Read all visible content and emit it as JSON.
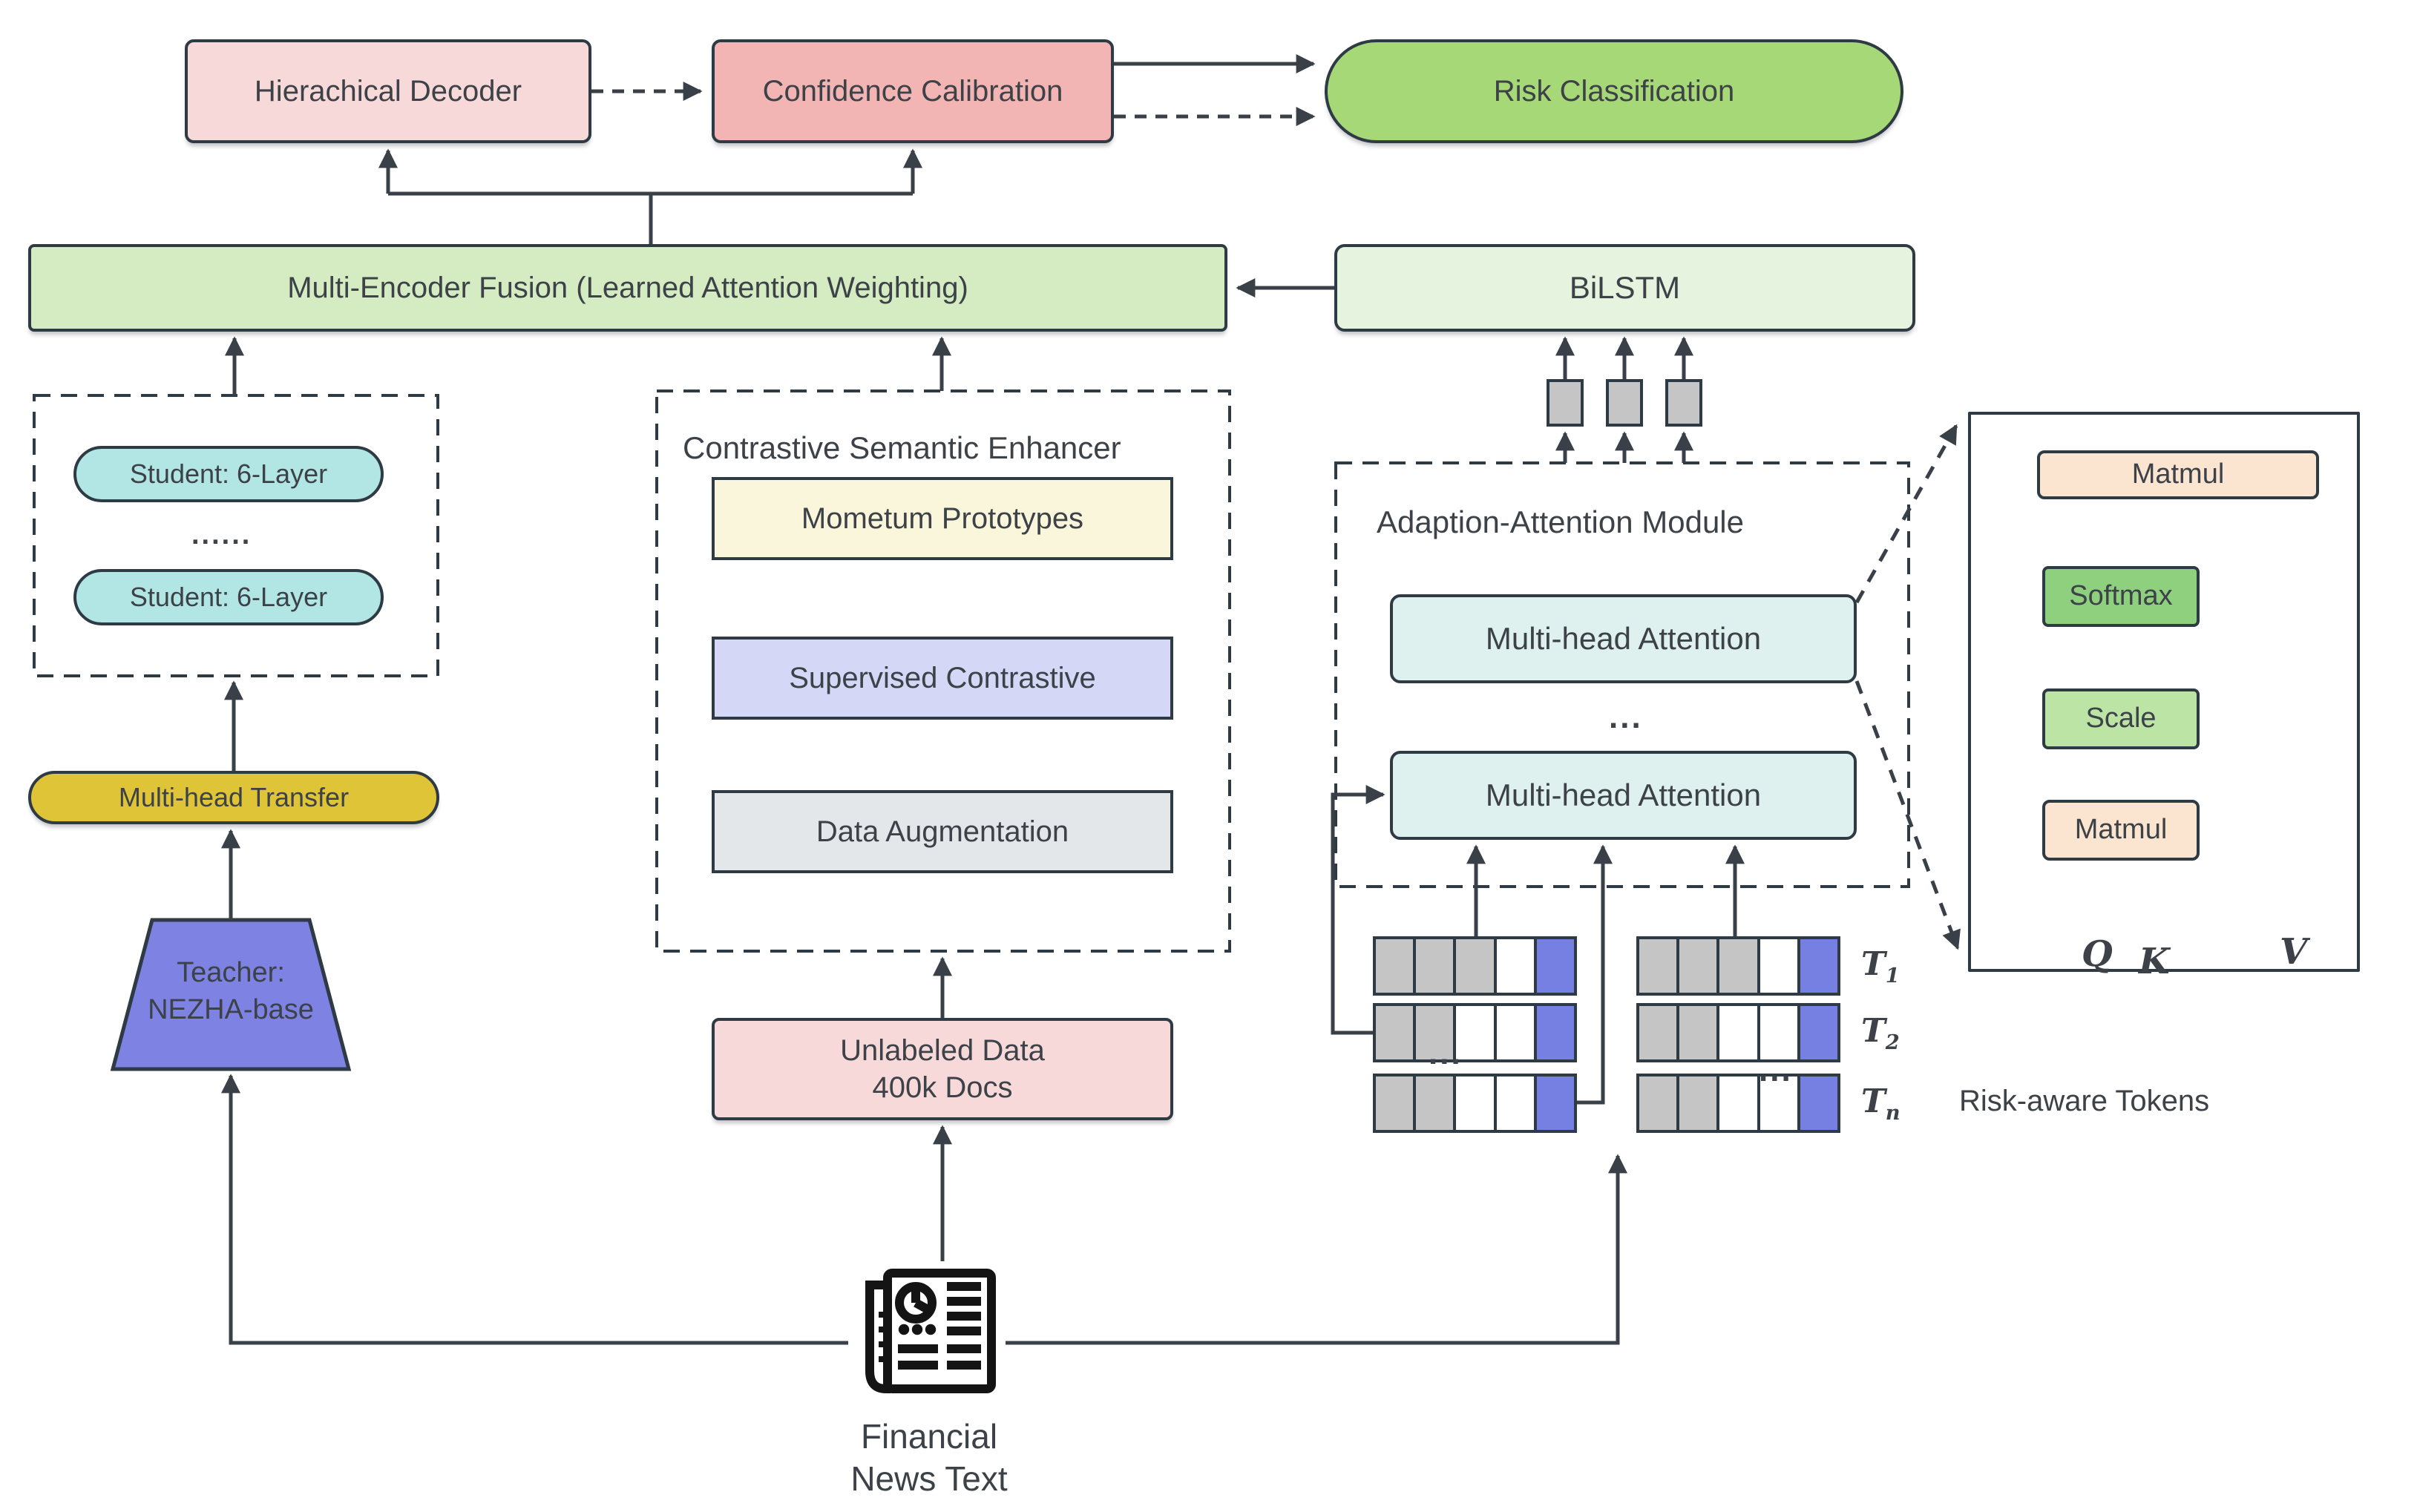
{
  "top_row": {
    "hierarchical_decoder": "Hierachical Decoder",
    "confidence_calibration": "Confidence Calibration",
    "risk_classification": "Risk Classification"
  },
  "fusion": {
    "label": "Multi-Encoder Fusion (Learned Attention Weighting)"
  },
  "bilstm": {
    "label": "BiLSTM"
  },
  "distillation": {
    "student_top": "Student: 6-Layer",
    "student_bottom": "Student: 6-Layer",
    "ellipsis": "......",
    "transfer": "Multi-head Transfer",
    "teacher_line1": "Teacher:",
    "teacher_line2": "NEZHA-base"
  },
  "enhancer": {
    "title": "Contrastive Semantic Enhancer",
    "momentum": "Mometum Prototypes",
    "supervised": "Supervised Contrastive",
    "augmentation": "Data Augmentation"
  },
  "unlabeled": {
    "line1": "Unlabeled Data",
    "line2": "400k Docs"
  },
  "attention_module": {
    "title": "Adaption-Attention Module",
    "mha_top": "Multi-head Attention",
    "mha_bottom": "Multi-head Attention",
    "ellipsis": "..."
  },
  "tokens": {
    "labels": [
      {
        "base": "T",
        "sub": "1"
      },
      {
        "base": "T",
        "sub": "2"
      },
      {
        "base": "T",
        "sub": "n"
      }
    ],
    "left_dots": "...",
    "right_dots": "...",
    "risk_aware": "Risk-aware Tokens",
    "patterns": {
      "t1": [
        "gray",
        "gray",
        "gray",
        "white",
        "blue"
      ],
      "t2": [
        "gray",
        "gray",
        "white",
        "white",
        "blue"
      ],
      "tn": [
        "gray",
        "gray",
        "white",
        "white",
        "blue"
      ]
    }
  },
  "qkv": {
    "matmul_top": "Matmul",
    "softmax": "Softmax",
    "scale": "Scale",
    "matmul_bottom": "Matmul",
    "q": "Q",
    "k": "K",
    "v": "V"
  },
  "source": {
    "line1": "Financial",
    "line2": "News Text"
  },
  "colors": {
    "decoder_pink": "#f8d9d9",
    "calibration_pink": "#f3b4b4",
    "risk_green": "#a7d878",
    "fusion_green": "#d5ecc3",
    "bilstm_green": "#e6f3de",
    "student_cyan": "#b2e6e5",
    "transfer_gold": "#e0c437",
    "teacher_blue": "#7d82e3",
    "momentum_cream": "#faf6dc",
    "supervised_lavender": "#d4d7f6",
    "augmentation_gray": "#e3e7ea",
    "unlabeled_pink": "#f8d9d9",
    "mha_cyan": "#def1ef",
    "matmul_peach": "#fbe4d0",
    "softmax_green": "#8ed07e",
    "scale_green": "#bce4a5",
    "token_gray": "#c5c5c5",
    "token_blue": "#7580e2",
    "line_dark": "#3a4047"
  }
}
